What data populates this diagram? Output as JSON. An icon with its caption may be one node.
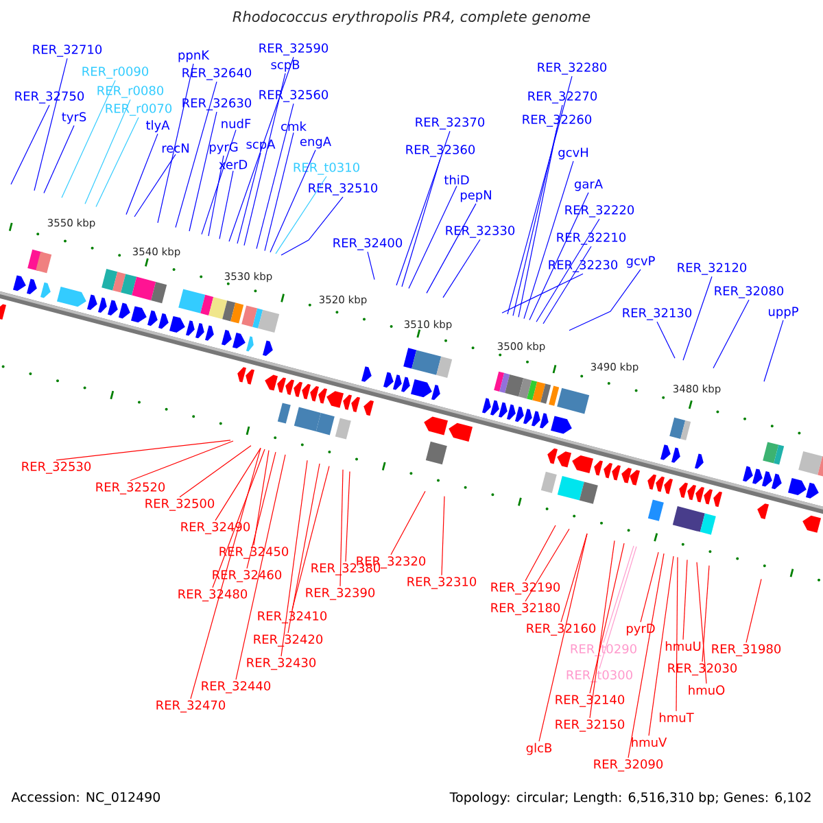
{
  "diagram": {
    "title": "*Rhodococcus erythropolis* PR4, complete genome",
    "nodes": [
      {
        "text": [
          "RER_32710"
        ]
      },
      {
        "text": [
          "RER_32750"
        ]
      },
      {
        "text": [
          "RER_r0090"
        ]
      },
      {
        "text": [
          "RER_r0080"
        ]
      },
      {
        "text": [
          "RER_r0070"
        ]
      },
      {
        "text": [
          "tyrS"
        ]
      },
      {
        "text": [
          "tlyA"
        ]
      },
      {
        "text": [
          "recN"
        ]
      },
      {
        "text": [
          "ppnK"
        ]
      },
      {
        "text": [
          "RER_32640"
        ]
      },
      {
        "text": [
          "RER_32630"
        ]
      },
      {
        "text": [
          "nudF"
        ]
      },
      {
        "text": [
          "pyrG"
        ]
      },
      {
        "text": [
          "xerD"
        ]
      },
      {
        "text": [
          "RER_32590"
        ]
      },
      {
        "text": [
          "scpB"
        ]
      },
      {
        "text": [
          "scpA"
        ]
      },
      {
        "text": [
          "RER_32560"
        ]
      },
      {
        "text": [
          "cmk"
        ]
      },
      {
        "text": [
          "engA"
        ]
      },
      {
        "text": [
          "RER_t0310"
        ]
      },
      {
        "text": [
          "RER_32510"
        ]
      },
      {
        "text": [
          "RER_32400"
        ]
      },
      {
        "text": [
          "RER_32370"
        ]
      },
      {
        "text": [
          "RER_32360"
        ]
      },
      {
        "text": [
          "thiD"
        ]
      },
      {
        "text": [
          "pepN"
        ]
      },
      {
        "text": [
          "RER_32330"
        ]
      },
      {
        "text": [
          "RER_32280"
        ]
      },
      {
        "text": [
          "RER_32270"
        ]
      },
      {
        "text": [
          "RER_32260"
        ]
      },
      {
        "text": [
          "gcvH"
        ]
      },
      {
        "text": [
          "garA"
        ]
      },
      {
        "text": [
          "RER_32220"
        ]
      },
      {
        "text": [
          "RER_32210"
        ]
      },
      {
        "text": [
          "RER_32230"
        ]
      },
      {
        "text": [
          "gcvP"
        ]
      },
      {
        "text": [
          "RER_32130"
        ]
      },
      {
        "text": [
          "RER_32120"
        ]
      },
      {
        "text": [
          "RER_32080"
        ]
      },
      {
        "text": [
          "uppP"
        ]
      },
      {
        "text": [
          "RER_32530"
        ]
      },
      {
        "text": [
          "RER_32520"
        ]
      },
      {
        "text": [
          "RER_32500"
        ]
      },
      {
        "text": [
          "RER_32490"
        ]
      },
      {
        "text": [
          "RER_32450"
        ]
      },
      {
        "text": [
          "RER_32380"
        ]
      },
      {
        "text": [
          "RER_32460"
        ]
      },
      {
        "text": [
          "RER_32390"
        ]
      },
      {
        "text": [
          "RER_32480"
        ]
      },
      {
        "text": [
          "RER_32410"
        ]
      },
      {
        "text": [
          "RER_32420"
        ]
      },
      {
        "text": [
          "RER_32430"
        ]
      },
      {
        "text": [
          "RER_32440"
        ]
      },
      {
        "text": [
          "RER_32470"
        ]
      },
      {
        "text": [
          "RER_32320"
        ]
      },
      {
        "text": [
          "RER_32310"
        ]
      },
      {
        "text": [
          "RER_32190"
        ]
      },
      {
        "text": [
          "RER_32180"
        ]
      },
      {
        "text": [
          "RER_32160"
        ]
      },
      {
        "text": [
          "pyrD"
        ]
      },
      {
        "text": [
          "RER_t0290"
        ]
      },
      {
        "text": [
          "hmuU"
        ]
      },
      {
        "text": [
          "RER_31980"
        ]
      },
      {
        "text": [
          "RER_32030"
        ]
      },
      {
        "text": [
          "RER_t0300"
        ]
      },
      {
        "text": [
          "hmuO"
        ]
      },
      {
        "text": [
          "RER_32140"
        ]
      },
      {
        "text": [
          "hmuT"
        ]
      },
      {
        "text": [
          "RER_32150"
        ]
      },
      {
        "text": [
          "glcB"
        ]
      },
      {
        "text": [
          "hmuV"
        ]
      },
      {
        "text": [
          "RER_32090"
        ]
      }
    ],
    "edges": [
      {
        "from": 0,
        "to": null,
        "arrow": "none"
      },
      {
        "from": 1,
        "to": null,
        "arrow": "none"
      },
      {
        "from": 2,
        "to": null,
        "arrow": "none",
        "color": "#33ccff"
      },
      {
        "from": 3,
        "to": null,
        "arrow": "none",
        "color": "#33ccff"
      },
      {
        "from": 4,
        "to": null,
        "arrow": "none",
        "color": "#33ccff"
      },
      {
        "from": 5,
        "to": null,
        "arrow": "none"
      },
      {
        "from": 6,
        "to": null,
        "arrow": "none"
      },
      {
        "from": 7,
        "to": null,
        "arrow": "none"
      },
      {
        "from": 8,
        "to": null,
        "arrow": "none"
      },
      {
        "from": 9,
        "to": null,
        "arrow": "none"
      },
      {
        "from": 10,
        "to": null,
        "arrow": "none"
      },
      {
        "from": 11,
        "to": null,
        "arrow": "none"
      },
      {
        "from": 12,
        "to": null,
        "arrow": "none"
      },
      {
        "from": 13,
        "to": null,
        "arrow": "none"
      },
      {
        "from": 14,
        "to": null,
        "arrow": "none"
      },
      {
        "from": 15,
        "to": null,
        "arrow": "none"
      },
      {
        "from": 16,
        "to": null,
        "arrow": "none"
      },
      {
        "from": 17,
        "to": null,
        "arrow": "none"
      },
      {
        "from": 18,
        "to": null,
        "arrow": "none"
      },
      {
        "from": 19,
        "to": null,
        "arrow": "none"
      },
      {
        "from": 20,
        "to": null,
        "arrow": "none",
        "color": "#33ccff"
      },
      {
        "from": 21,
        "to": null,
        "arrow": "none"
      },
      {
        "from": 22,
        "to": null,
        "arrow": "none"
      },
      {
        "from": 23,
        "to": null,
        "arrow": "none"
      },
      {
        "from": 24,
        "to": null,
        "arrow": "none"
      },
      {
        "from": 25,
        "to": null,
        "arrow": "none"
      },
      {
        "from": 26,
        "to": null,
        "arrow": "none"
      },
      {
        "from": 27,
        "to": null,
        "arrow": "none"
      },
      {
        "from": 28,
        "to": null,
        "arrow": "none"
      },
      {
        "from": 29,
        "to": null,
        "arrow": "none"
      },
      {
        "from": 30,
        "to": null,
        "arrow": "none"
      },
      {
        "from": 31,
        "to": null,
        "arrow": "none"
      },
      {
        "from": 32,
        "to": null,
        "arrow": "none"
      },
      {
        "from": 33,
        "to": null,
        "arrow": "none"
      },
      {
        "from": 34,
        "to": null,
        "arrow": "none"
      },
      {
        "from": 35,
        "to": null,
        "arrow": "none"
      },
      {
        "from": 36,
        "to": null,
        "arrow": "none"
      },
      {
        "from": 37,
        "to": null,
        "arrow": "none"
      },
      {
        "from": 38,
        "to": null,
        "arrow": "none"
      },
      {
        "from": 39,
        "to": null,
        "arrow": "none"
      },
      {
        "from": 40,
        "to": null,
        "arrow": "none"
      },
      {
        "from": 41,
        "to": null,
        "arrow": "none",
        "color": "#ff0000"
      },
      {
        "from": 42,
        "to": null,
        "arrow": "none",
        "color": "#ff0000"
      },
      {
        "from": 43,
        "to": null,
        "arrow": "none",
        "color": "#ff0000"
      },
      {
        "from": 44,
        "to": null,
        "arrow": "none",
        "color": "#ff0000"
      },
      {
        "from": 45,
        "to": null,
        "arrow": "none",
        "color": "#ff0000"
      },
      {
        "from": 46,
        "to": null,
        "arrow": "none",
        "color": "#ff0000"
      },
      {
        "from": 47,
        "to": null,
        "arrow": "none",
        "color": "#ff0000"
      },
      {
        "from": 48,
        "to": null,
        "arrow": "none",
        "color": "#ff0000"
      },
      {
        "from": 49,
        "to": null,
        "arrow": "none",
        "color": "#ff0000"
      },
      {
        "from": 50,
        "to": null,
        "arrow": "none",
        "color": "#ff0000"
      },
      {
        "from": 51,
        "to": null,
        "arrow": "none",
        "color": "#ff0000"
      },
      {
        "from": 52,
        "to": null,
        "arrow": "none",
        "color": "#ff0000"
      },
      {
        "from": 53,
        "to": null,
        "arrow": "none",
        "color": "#ff0000"
      },
      {
        "from": 54,
        "to": null,
        "arrow": "none",
        "color": "#ff0000"
      },
      {
        "from": 55,
        "to": null,
        "arrow": "none",
        "color": "#ff0000"
      },
      {
        "from": 56,
        "to": null,
        "arrow": "none",
        "color": "#ff0000"
      },
      {
        "from": 57,
        "to": null,
        "arrow": "none",
        "color": "#ff0000"
      },
      {
        "from": 58,
        "to": null,
        "arrow": "none",
        "color": "#ff0000"
      },
      {
        "from": 59,
        "to": null,
        "arrow": "none",
        "color": "#ff0000"
      },
      {
        "from": 60,
        "to": null,
        "arrow": "none",
        "color": "#ff0000"
      },
      {
        "from": 61,
        "to": null,
        "arrow": "none",
        "color": "#ff99cc"
      },
      {
        "from": 62,
        "to": null,
        "arrow": "none",
        "color": "#ff0000"
      },
      {
        "from": 63,
        "to": null,
        "arrow": "none",
        "color": "#ff0000"
      },
      {
        "from": 64,
        "to": null,
        "arrow": "none",
        "color": "#ff0000"
      },
      {
        "from": 65,
        "to": null,
        "arrow": "none",
        "color": "#ff99cc"
      },
      {
        "from": 66,
        "to": null,
        "arrow": "none",
        "color": "#ff0000"
      },
      {
        "from": 67,
        "to": null,
        "arrow": "none",
        "color": "#ff0000"
      },
      {
        "from": 68,
        "to": null,
        "arrow": "none",
        "color": "#ff0000"
      },
      {
        "from": 69,
        "to": null,
        "arrow": "none",
        "color": "#ff0000"
      },
      {
        "from": 70,
        "to": null,
        "arrow": "none",
        "color": "#ff0000"
      },
      {
        "from": 71,
        "to": null,
        "arrow": "none",
        "color": "#ff0000"
      },
      {
        "from": 72,
        "to": null,
        "arrow": "none",
        "color": "#ff0000"
      }
    ],
    "labels": [
      "3550 kbp",
      "3540 kbp",
      "3530 kbp",
      "3520 kbp",
      "3510 kbp",
      "3500 kbp",
      "3490 kbp",
      "3480 kbp",
      "Accession: NC_012490",
      "Topology: circular; Length: 6,516,310 bp; Genes: 6,102"
    ]
  }
}
